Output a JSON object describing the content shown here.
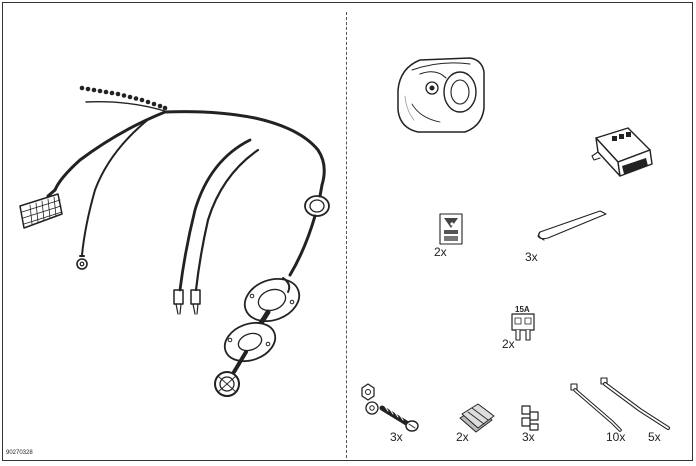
{
  "figure": {
    "reference": "90270328",
    "fuse_rating": "15A",
    "quantities": {
      "sticker": "2x",
      "foam_strip": "3x",
      "fuse": "2x",
      "screw": "3x",
      "adhesive_pads": "2x",
      "clips": "3x",
      "long_ties": "10x",
      "short_ties": "5x"
    }
  }
}
